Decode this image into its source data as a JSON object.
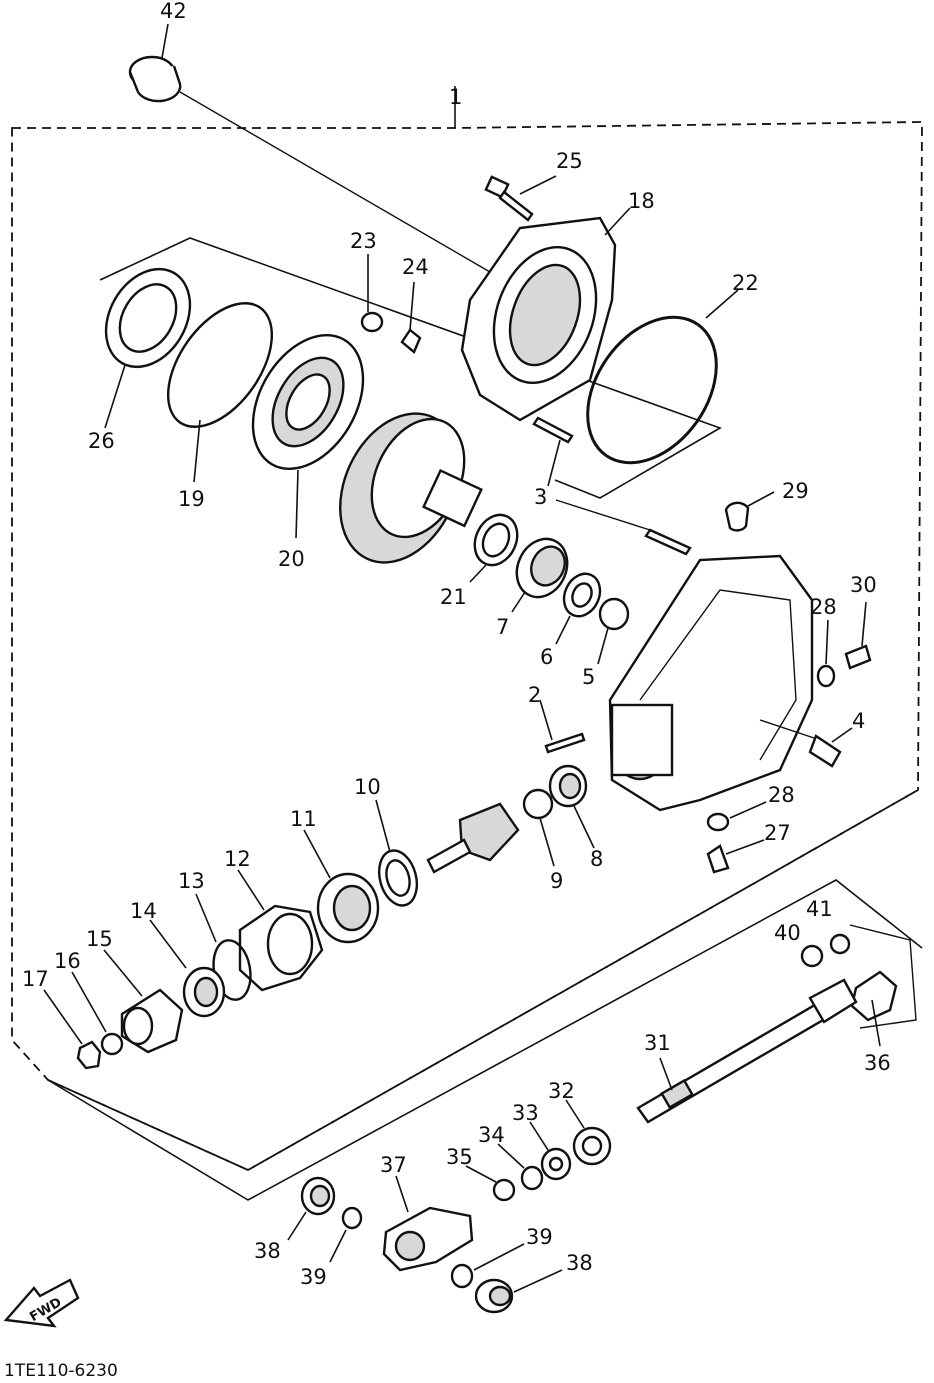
{
  "callouts": {
    "c1": "1",
    "c2": "2",
    "c3": "3",
    "c4": "4",
    "c5": "5",
    "c6": "6",
    "c7": "7",
    "c8": "8",
    "c9": "9",
    "c10": "10",
    "c11": "11",
    "c12": "12",
    "c13": "13",
    "c14": "14",
    "c15": "15",
    "c16": "16",
    "c17": "17",
    "c18": "18",
    "c19": "19",
    "c20": "20",
    "c21": "21",
    "c22": "22",
    "c23": "23",
    "c24": "24",
    "c25": "25",
    "c26": "26",
    "c27": "27",
    "c28a": "28",
    "c28b": "28",
    "c29": "29",
    "c30": "30",
    "c31": "31",
    "c32": "32",
    "c33": "33",
    "c34": "34",
    "c35": "35",
    "c36": "36",
    "c37": "37",
    "c38a": "38",
    "c38b": "38",
    "c39a": "39",
    "c39b": "39",
    "c40": "40",
    "c41": "41",
    "c42": "42"
  },
  "fwd_label": "FWD",
  "diagram_code": "1TE110-6230"
}
